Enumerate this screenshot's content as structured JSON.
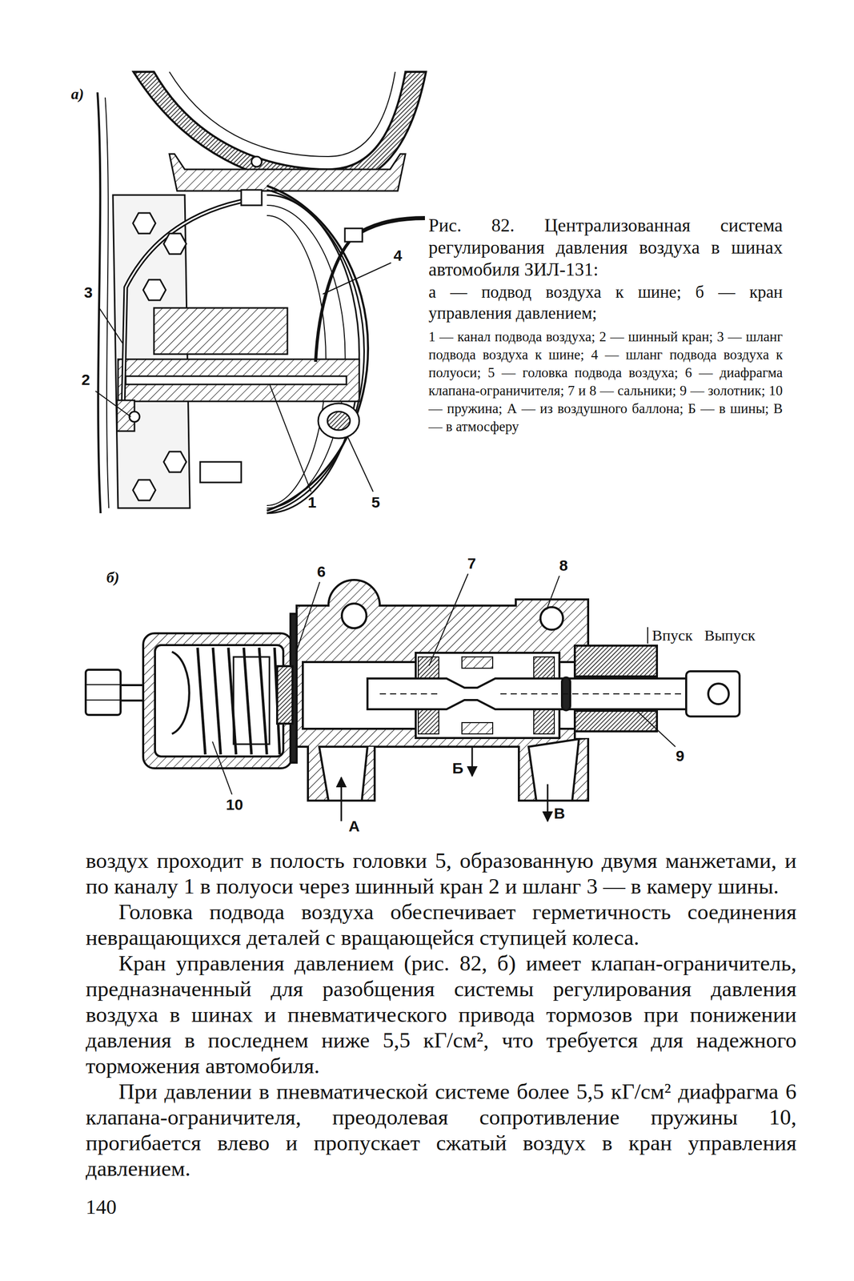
{
  "diagram": {
    "caption": "Рис. 82. Централизованная система регулирования давления воздуха в шинах автомобиля ЗИЛ-131:",
    "labels": [
      "а)",
      "3",
      "2",
      "4",
      "1",
      "5",
      "а — подвод воздуха к шине; б — кран управления давлением;",
      "1 — канал подвода воздуха; 2 — шинный кран; 3 — шланг подвода воздуха к шине; 4 — шланг подвода воздуха к полуоси; 5 — головка подвода воздуха; 6 — диафрагма клапана-ограничителя; 7 и 8 — сальники; 9 — золотник; 10 — пружина; А — из воздушного баллона; Б — в шины; В — в атмосферу",
      "б)",
      "6",
      "7",
      "8",
      "Впуск",
      "Выпуск",
      "9",
      "10",
      "А",
      "Б",
      "В",
      "воздух проходит в полость головки 5, образованную двумя манжетами, и по каналу 1 в полуоси через шинный кран 2 и шланг 3 — в камеру шины.",
      "Головка подвода воздуха обеспечивает герметичность соединения невращающихся деталей с вращающейся ступицей колеса.",
      "Кран управления давлением (рис. 82, б) имеет клапан-ограничитель, предназначенный для разобщения системы регулирования давления воздуха в шинах и пневматического привода тормозов при понижении давления в последнем ниже 5,5 кГ/см², что требуется для надежного торможения автомобиля.",
      "При давлении в пневматической системе более 5,5 кГ/см² диафрагма 6 клапана-ограничителя, преодолевая сопротивление пружины 10, прогибается влево и пропускает сжатый воздух в кран управления давлением.",
      "140"
    ]
  }
}
